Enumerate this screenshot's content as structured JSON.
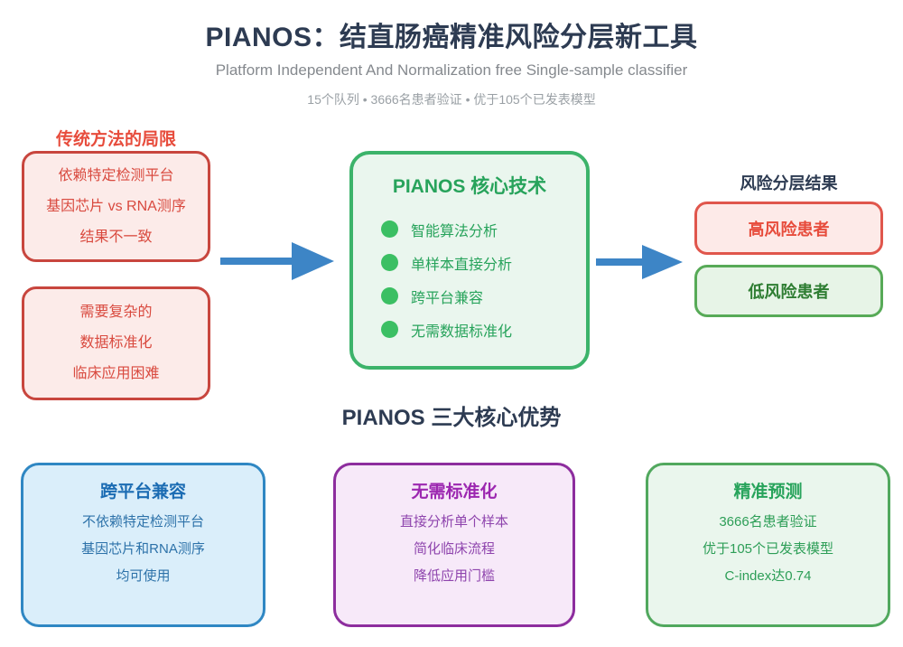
{
  "header": {
    "title": "PIANOS：结直肠癌精准风险分层新工具",
    "subtitle": "Platform Independent And Normalization free Single-sample classifier",
    "stats": "15个队列 • 3666名患者验证 • 优于105个已发表模型"
  },
  "left": {
    "heading": "传统方法的局限",
    "box1_lines": [
      "依赖特定检测平台",
      "基因芯片 vs RNA测序",
      "结果不一致"
    ],
    "box2_lines": [
      "需要复杂的",
      "数据标准化",
      "临床应用困难"
    ]
  },
  "center": {
    "title": "PIANOS 核心技术",
    "bullets": [
      "智能算法分析",
      "单样本直接分析",
      "跨平台兼容",
      "无需数据标准化"
    ]
  },
  "right": {
    "heading": "风险分层结果",
    "high_risk": "高风险患者",
    "low_risk": "低风险患者"
  },
  "advantages": {
    "heading": "PIANOS 三大核心优势",
    "cards": [
      {
        "title": "跨平台兼容",
        "lines": [
          "不依赖特定检测平台",
          "基因芯片和RNA测序",
          "均可使用"
        ]
      },
      {
        "title": "无需标准化",
        "lines": [
          "直接分析单个样本",
          "简化临床流程",
          "降低应用门槛"
        ]
      },
      {
        "title": "精准预测",
        "lines": [
          "3666名患者验证",
          "优于105个已发表模型",
          "C-index达0.74"
        ]
      }
    ]
  },
  "colors": {
    "navy_text": "#2d3b52",
    "red_accent": "#e74c3c",
    "red_border": "#c8463e",
    "green_accent": "#27a35b",
    "green_border": "#3cb36a",
    "bullet_green": "#3bbf63",
    "arrow_blue": "#3d85c6",
    "blue_accent": "#1b6cb3",
    "purple_accent": "#9c27b0"
  }
}
